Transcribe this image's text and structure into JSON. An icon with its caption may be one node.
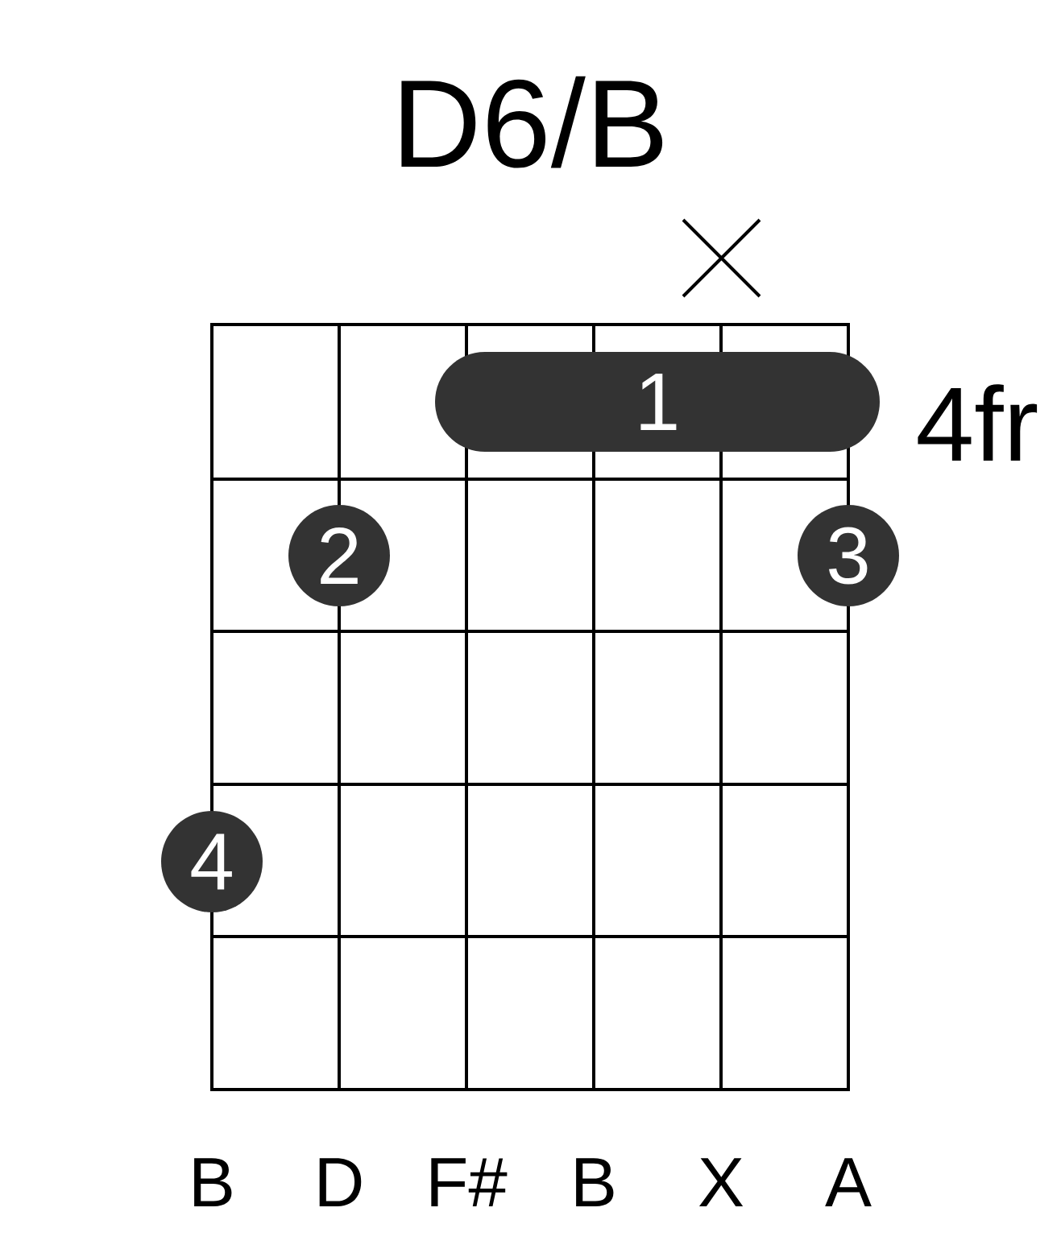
{
  "diagram": {
    "title": "D6/B",
    "nodes": [
      {
        "text": [
          "1"
        ]
      },
      {
        "text": [
          "2"
        ]
      },
      {
        "text": [
          "3"
        ]
      },
      {
        "text": [
          "4"
        ]
      }
    ],
    "labels": [
      "4fr",
      "B",
      "D",
      "F#",
      "B",
      "X",
      "A"
    ]
  }
}
